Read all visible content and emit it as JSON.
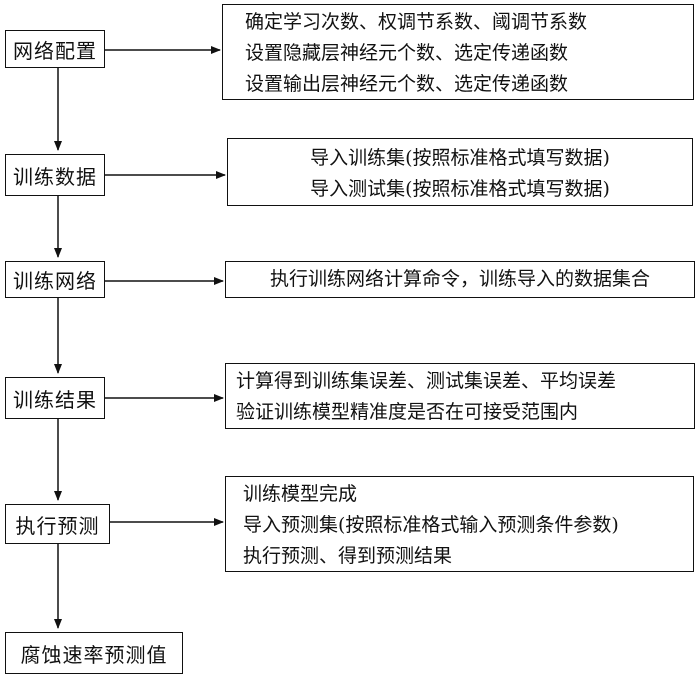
{
  "steps": [
    {
      "label": "网络配置"
    },
    {
      "label": "训练数据"
    },
    {
      "label": "训练网络"
    },
    {
      "label": "训练结果"
    },
    {
      "label": "执行预测"
    },
    {
      "label": "腐蚀速率预测值"
    }
  ],
  "details": [
    {
      "lines": [
        "确定学习次数、权调节系数、阈调节系数",
        "设置隐藏层神经元个数、选定传递函数",
        "设置输出层神经元个数、选定传递函数"
      ]
    },
    {
      "lines": [
        "导入训练集(按照标准格式填写数据)",
        "导入测试集(按照标准格式填写数据)"
      ]
    },
    {
      "lines": [
        "执行训练网络计算命令，训练导入的数据集合"
      ]
    },
    {
      "lines": [
        "计算得到训练集误差、测试集误差、平均误差",
        "验证训练模型精准度是否在可接受范围内"
      ]
    },
    {
      "lines": [
        "训练模型完成",
        "导入预测集(按照标准格式输入预测条件参数)",
        "执行预测、得到预测结果"
      ]
    }
  ]
}
